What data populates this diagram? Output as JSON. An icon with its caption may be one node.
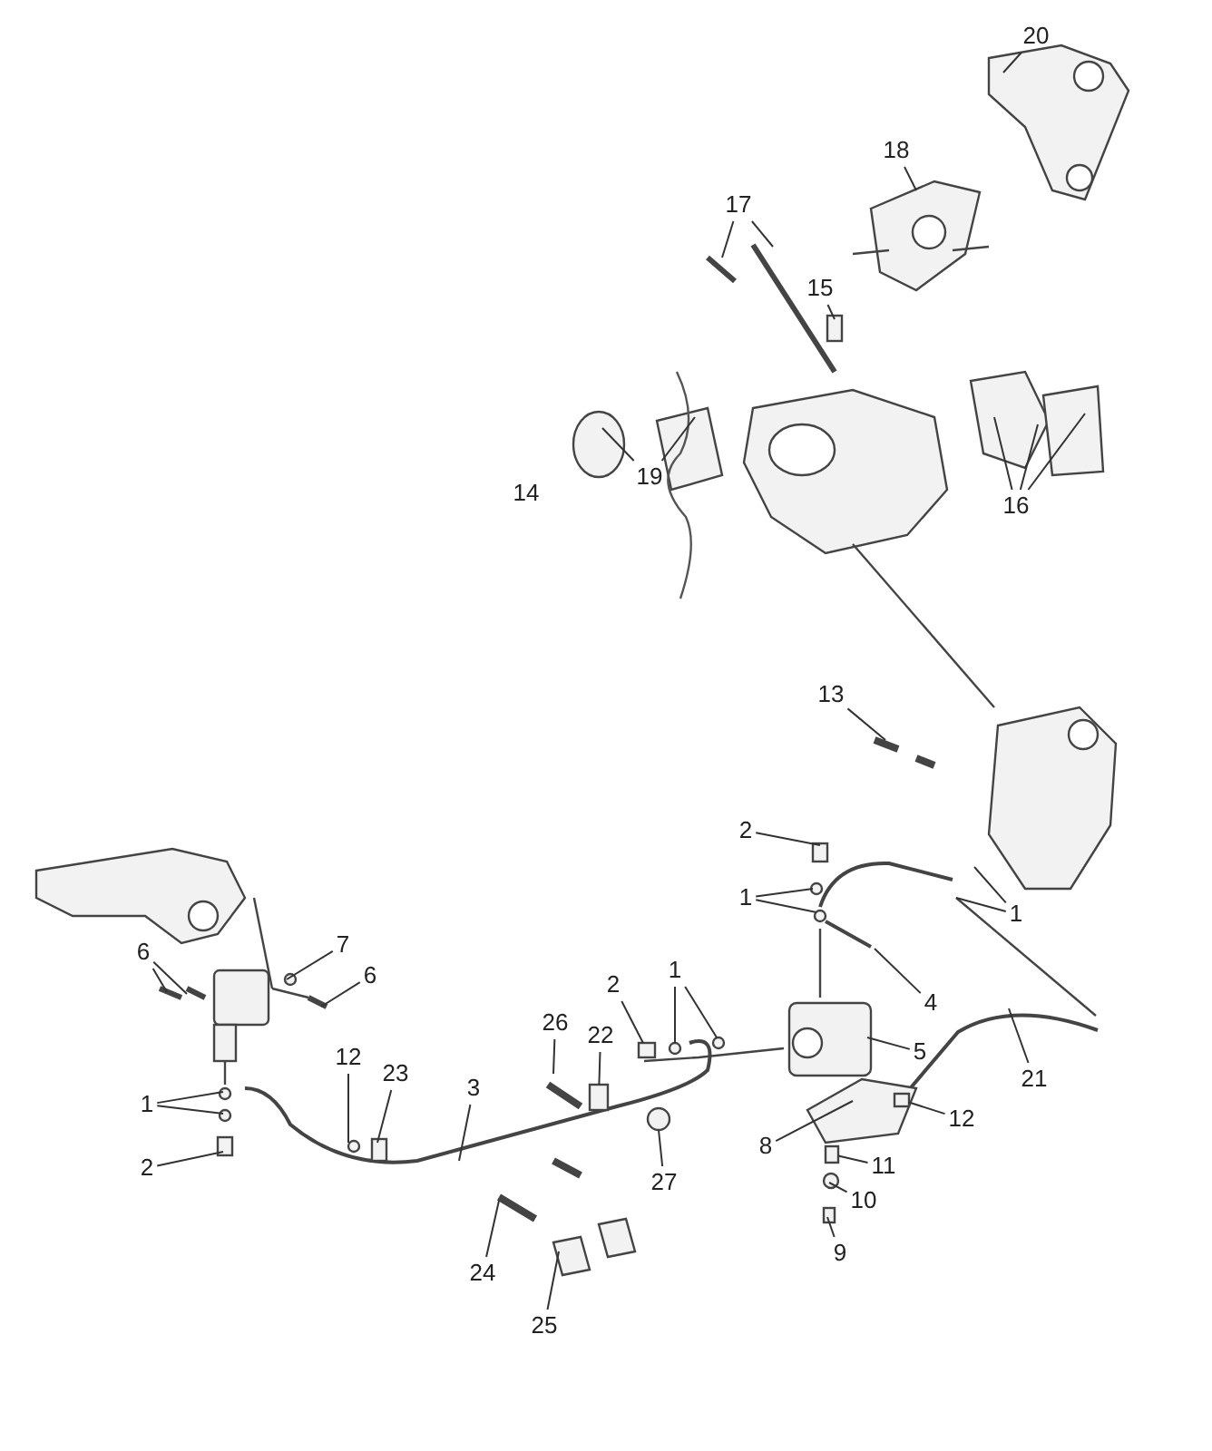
{
  "diagram": {
    "nodes": [
      {
        "text": [
          "20"
        ]
      },
      {
        "text": [
          "18"
        ]
      },
      {
        "text": [
          "17"
        ]
      },
      {
        "text": [
          "15"
        ]
      },
      {
        "text": [
          "19"
        ]
      },
      {
        "text": [
          "16"
        ]
      },
      {
        "text": [
          "13"
        ]
      },
      {
        "text": [
          "2"
        ]
      },
      {
        "text": [
          "1"
        ]
      },
      {
        "text": [
          "1"
        ]
      },
      {
        "text": [
          "4"
        ]
      },
      {
        "text": [
          "5"
        ]
      },
      {
        "text": [
          "21"
        ]
      },
      {
        "text": [
          "12"
        ]
      },
      {
        "text": [
          "8"
        ]
      },
      {
        "text": [
          "11"
        ]
      },
      {
        "text": [
          "10"
        ]
      },
      {
        "text": [
          "9"
        ]
      },
      {
        "text": [
          "2"
        ]
      },
      {
        "text": [
          "1"
        ]
      },
      {
        "text": [
          "26"
        ]
      },
      {
        "text": [
          "22"
        ]
      },
      {
        "text": [
          "3"
        ]
      },
      {
        "text": [
          "27"
        ]
      },
      {
        "text": [
          "24"
        ]
      },
      {
        "text": [
          "25"
        ]
      },
      {
        "text": [
          "12"
        ]
      },
      {
        "text": [
          "23"
        ]
      },
      {
        "text": [
          "1"
        ]
      },
      {
        "text": [
          "2"
        ]
      },
      {
        "text": [
          "7"
        ]
      },
      {
        "text": [
          "6"
        ]
      },
      {
        "text": [
          "6"
        ]
      },
      {
        "text": [],
        "shape": "box"
      },
      {
        "text": [],
        "shape": "box"
      },
      {
        "text": [],
        "shape": "box"
      },
      {
        "text": [],
        "shape": "box"
      },
      {
        "text": [],
        "shape": "circle"
      }
    ],
    "edges": [
      {
        "from": 0,
        "to": null,
        "arrow": "none"
      },
      {
        "from": 1,
        "to": null,
        "arrow": "none"
      },
      {
        "from": 2,
        "to": null,
        "arrow": "none"
      },
      {
        "from": 2,
        "to": null,
        "arrow": "none"
      },
      {
        "from": 3,
        "to": null,
        "arrow": "none"
      },
      {
        "from": 4,
        "to": null,
        "arrow": "none"
      },
      {
        "from": 4,
        "to": null,
        "arrow": "none"
      },
      {
        "from": 5,
        "to": null,
        "arrow": "none"
      },
      {
        "from": 5,
        "to": null,
        "arrow": "none"
      },
      {
        "from": 5,
        "to": null,
        "arrow": "none"
      },
      {
        "from": 6,
        "to": null,
        "arrow": "none"
      },
      {
        "from": 7,
        "to": null,
        "arrow": "none"
      },
      {
        "from": 8,
        "to": null,
        "arrow": "none"
      },
      {
        "from": 8,
        "to": null,
        "arrow": "none"
      },
      {
        "from": 9,
        "to": null,
        "arrow": "none"
      },
      {
        "from": 9,
        "to": null,
        "arrow": "none"
      },
      {
        "from": 10,
        "to": null,
        "arrow": "none"
      },
      {
        "from": 11,
        "to": null,
        "arrow": "none"
      },
      {
        "from": 12,
        "to": null,
        "arrow": "none"
      },
      {
        "from": 13,
        "to": 33,
        "arrow": "none"
      },
      {
        "from": 14,
        "to": null,
        "arrow": "none"
      },
      {
        "from": 15,
        "to": 34,
        "arrow": "none"
      },
      {
        "from": 16,
        "to": null,
        "arrow": "none"
      },
      {
        "from": 17,
        "to": null,
        "arrow": "none"
      },
      {
        "from": 18,
        "to": 36,
        "arrow": "none"
      },
      {
        "from": 19,
        "to": 37,
        "arrow": "none"
      },
      {
        "from": 19,
        "to": null,
        "arrow": "none"
      },
      {
        "from": 20,
        "to": null,
        "arrow": "none"
      },
      {
        "from": 21,
        "to": 35,
        "arrow": "none"
      },
      {
        "from": 22,
        "to": null,
        "arrow": "none"
      },
      {
        "from": 23,
        "to": null,
        "arrow": "none"
      },
      {
        "from": 24,
        "to": null,
        "arrow": "none"
      },
      {
        "from": 25,
        "to": null,
        "arrow": "none"
      },
      {
        "from": 26,
        "to": null,
        "arrow": "none"
      },
      {
        "from": 27,
        "to": null,
        "arrow": "none"
      },
      {
        "from": 28,
        "to": null,
        "arrow": "none"
      },
      {
        "from": 28,
        "to": null,
        "arrow": "none"
      },
      {
        "from": 29,
        "to": null,
        "arrow": "none"
      },
      {
        "from": 30,
        "to": null,
        "arrow": "none"
      },
      {
        "from": 31,
        "to": null,
        "arrow": "none"
      },
      {
        "from": 32,
        "to": null,
        "arrow": "none"
      },
      {
        "from": 32,
        "to": null,
        "arrow": "none"
      }
    ],
    "labels": [
      "14"
    ]
  }
}
